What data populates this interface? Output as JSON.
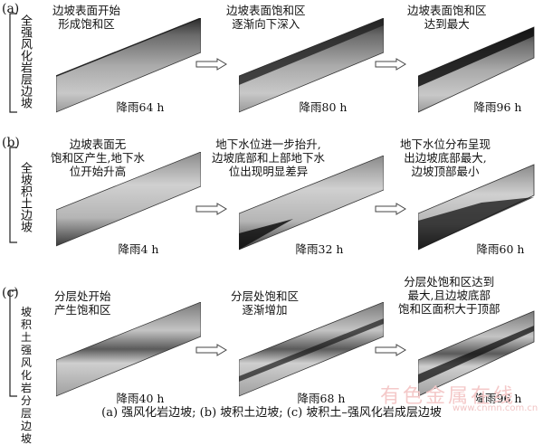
{
  "rows": [
    {
      "label": "(a)",
      "title": "全强风化岩层边坡",
      "panels": [
        {
          "note": "边坡表面开始\n形成饱和区",
          "time": "降雨64 h"
        },
        {
          "note": "边坡表面饱和区\n逐渐向下深入",
          "time": "降雨80 h"
        },
        {
          "note": "边坡表面饱和区\n达到最大",
          "time": "降雨96 h"
        }
      ]
    },
    {
      "label": "(b)",
      "title": "全坡积土边坡",
      "panels": [
        {
          "note": "边坡表面无\n饱和区产生,地下水\n位开始升高",
          "time": "降雨4 h"
        },
        {
          "note": "地下水位进一步抬升,\n边坡底部和上部地下水\n位出现明显差异",
          "time": "降雨32 h"
        },
        {
          "note": "地下水位分布呈现\n出边坡底部最大,\n边坡顶部最小",
          "time": "降雨60 h"
        }
      ]
    },
    {
      "label": "(c)",
      "title": "坡积土强风化岩分层边坡",
      "panels": [
        {
          "note": "分层处开始\n产生饱和区",
          "time": "降雨40 h"
        },
        {
          "note": "分层处饱和区\n逐渐增加",
          "time": "降雨68 h"
        },
        {
          "note": "分层处饱和区达到\n最大,且边坡底部\n饱和区面积大于顶部",
          "time": "降雨96 h"
        }
      ]
    }
  ],
  "caption": "(a)  强风化岩边坡;  (b)  坡积土边坡;  (c)  坡积土–强风化岩成层边坡",
  "watermark": "有色金属在线",
  "watermark_url": "www.cnmn.com.cn"
}
